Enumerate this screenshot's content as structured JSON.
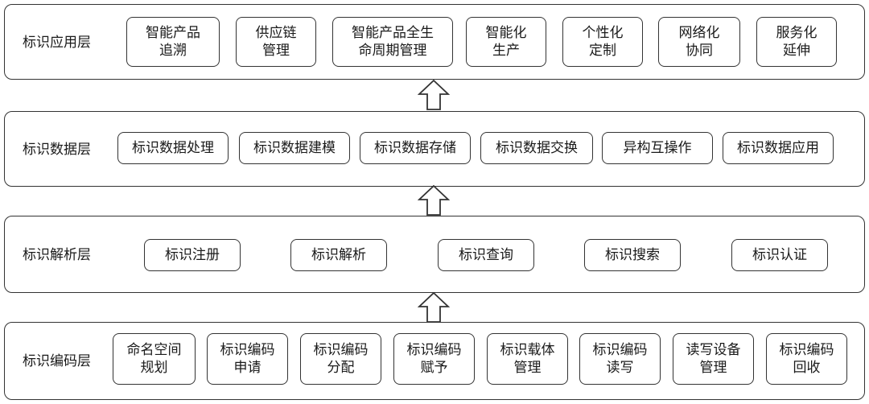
{
  "layers": {
    "application": {
      "title": "标识应用层",
      "items": [
        {
          "line1": "智能产品",
          "line2": "追溯"
        },
        {
          "line1": "供应链",
          "line2": "管理"
        },
        {
          "line1": "智能产品全生",
          "line2": "命周期管理"
        },
        {
          "line1": "智能化",
          "line2": "生产"
        },
        {
          "line1": "个性化",
          "line2": "定制"
        },
        {
          "line1": "网络化",
          "line2": "协同"
        },
        {
          "line1": "服务化",
          "line2": "延伸"
        }
      ]
    },
    "data": {
      "title": "标识数据层",
      "items": [
        "标识数据处理",
        "标识数据建模",
        "标识数据存储",
        "标识数据交换",
        "异构互操作",
        "标识数据应用"
      ]
    },
    "resolution": {
      "title": "标识解析层",
      "items": [
        "标识注册",
        "标识解析",
        "标识查询",
        "标识搜索",
        "标识认证"
      ]
    },
    "encoding": {
      "title": "标识编码层",
      "items": [
        {
          "line1": "命名空间",
          "line2": "规划"
        },
        {
          "line1": "标识编码",
          "line2": "申请"
        },
        {
          "line1": "标识编码",
          "line2": "分配"
        },
        {
          "line1": "标识编码",
          "line2": "赋予"
        },
        {
          "line1": "标识载体",
          "line2": "管理"
        },
        {
          "line1": "标识编码",
          "line2": "读写"
        },
        {
          "line1": "读写设备",
          "line2": "管理"
        },
        {
          "line1": "标识编码",
          "line2": "回收"
        }
      ]
    }
  }
}
